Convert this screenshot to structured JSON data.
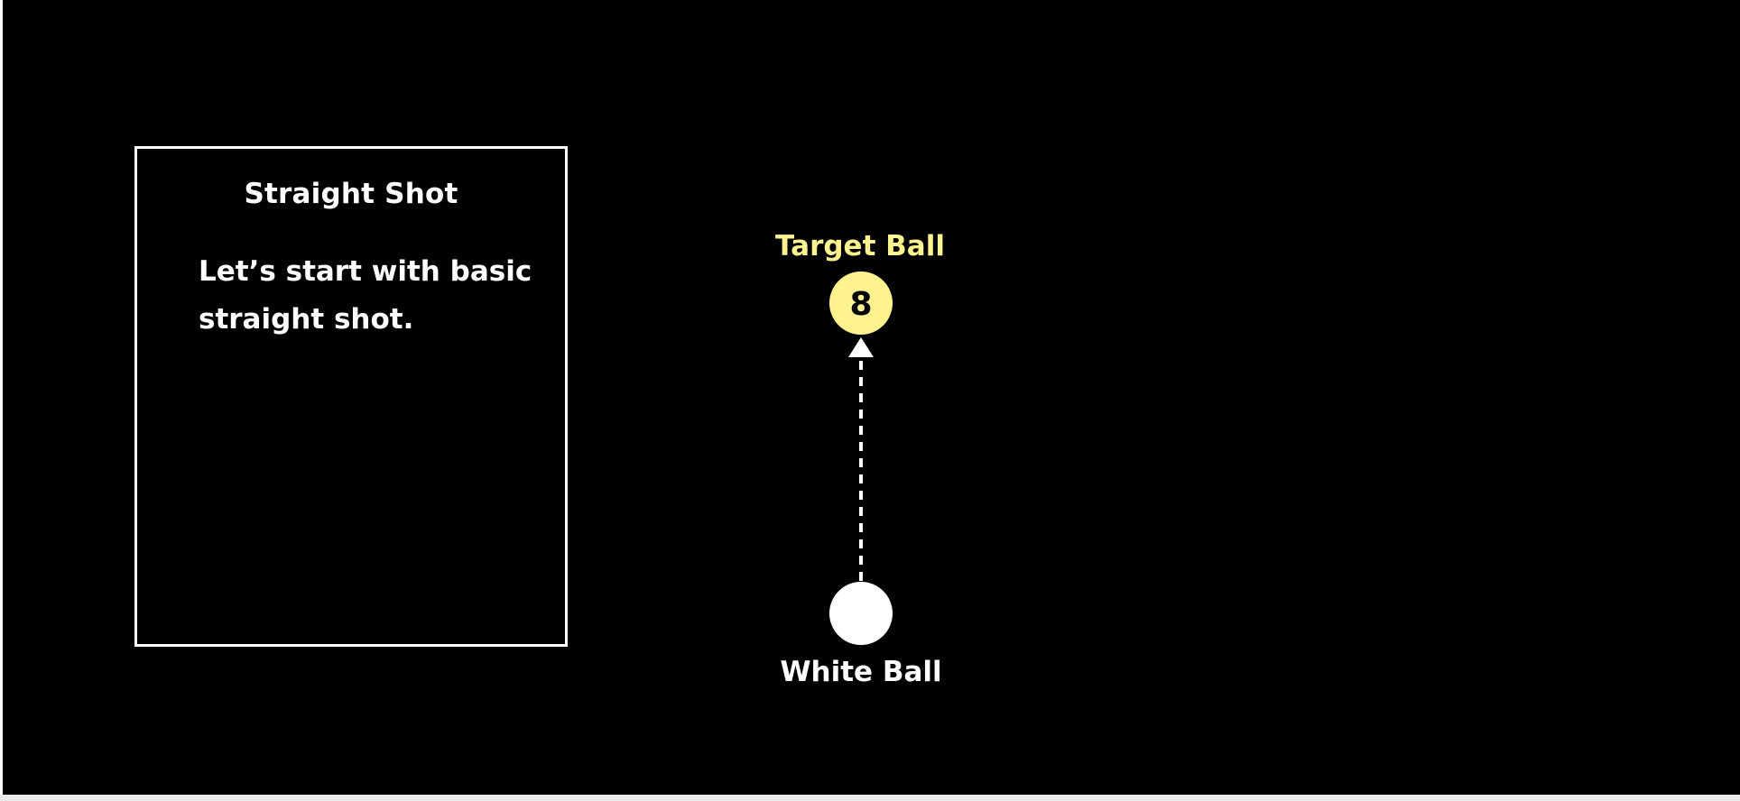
{
  "lesson": {
    "title": "Straight Shot",
    "text": "Let’s start with basic straight shot."
  },
  "target_ball": {
    "label": "Target Ball",
    "number": "8",
    "color": "#fff38f"
  },
  "white_ball": {
    "label": "White Ball",
    "color": "#ffffff"
  },
  "colors": {
    "background": "#000000",
    "text": "#ffffff",
    "target_label": "#fff38f"
  }
}
